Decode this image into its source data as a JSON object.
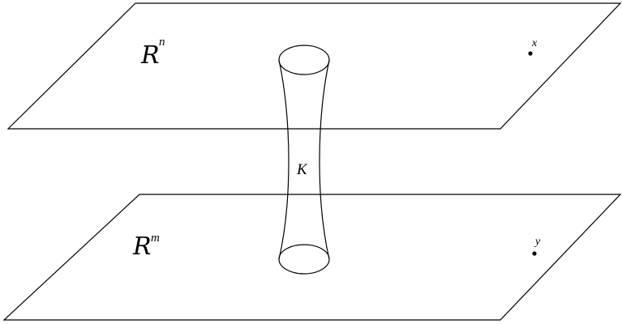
{
  "upper_plane": {
    "label_base": "R",
    "label_exponent": "n",
    "point_label": "x"
  },
  "lower_plane": {
    "label_base": "R",
    "label_exponent": "m",
    "point_label": "y"
  },
  "throat": {
    "label": "K"
  }
}
